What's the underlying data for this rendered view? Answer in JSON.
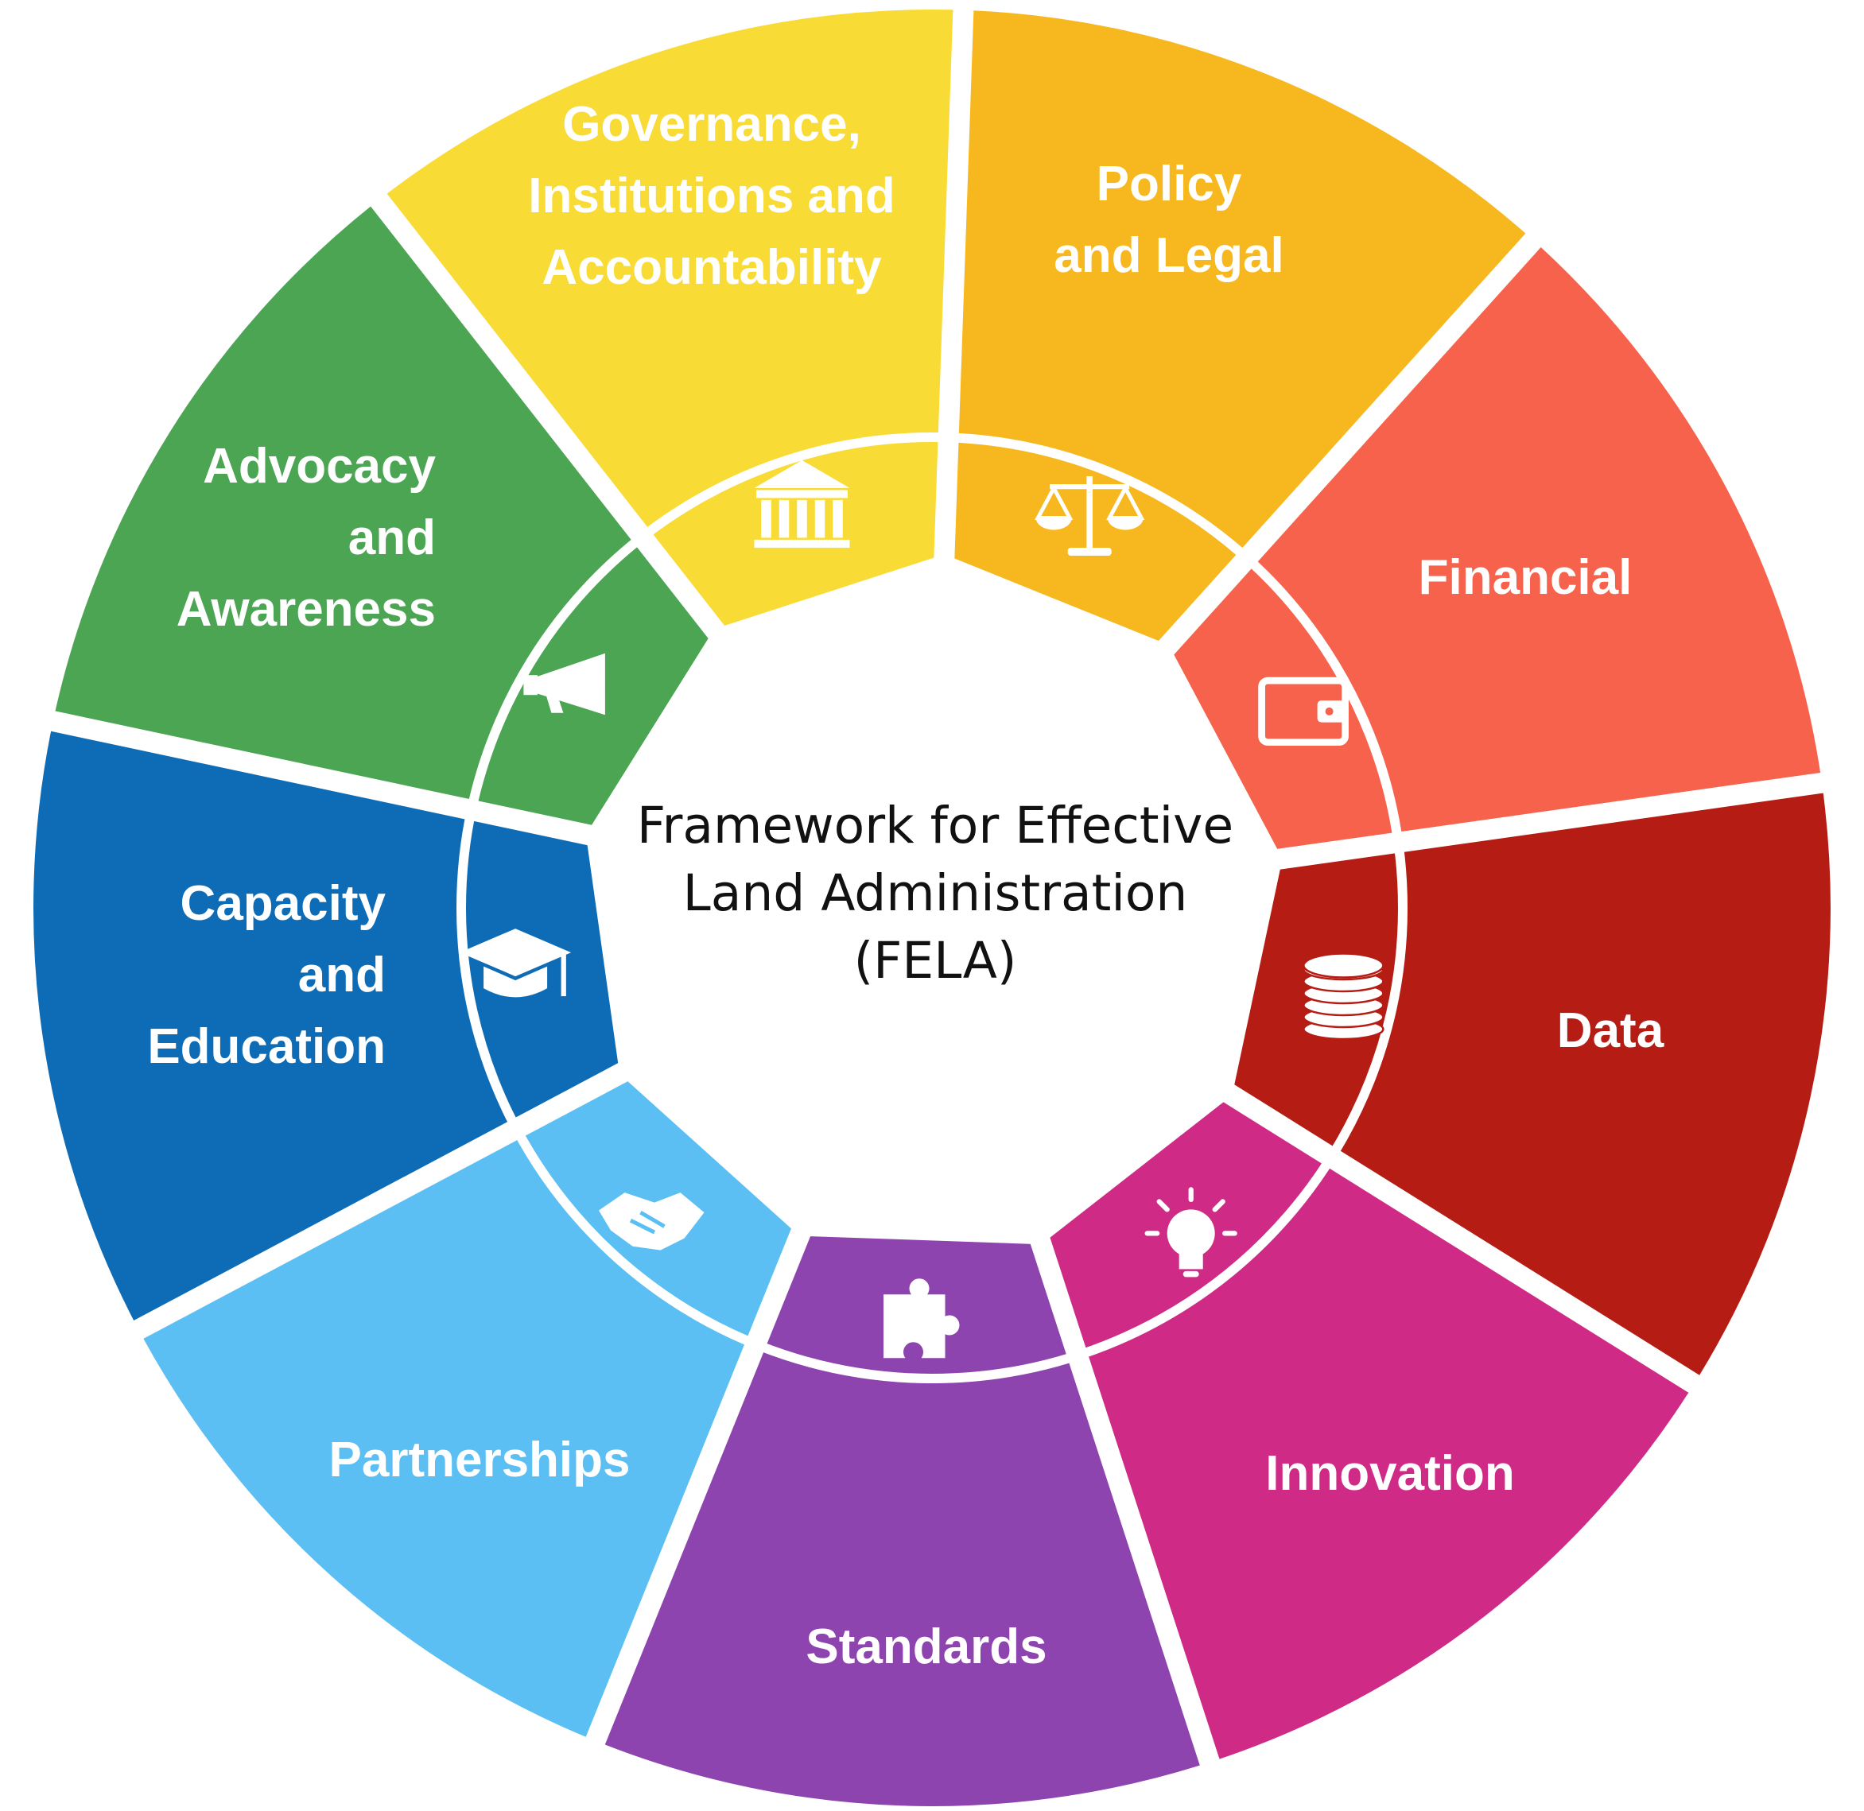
{
  "title_lines": [
    "Framework for Effective",
    "Land Administration",
    "(FELA)"
  ],
  "segments": [
    {
      "key": "governance",
      "lines": [
        "Governance,",
        "Institutions and",
        "Accountability"
      ],
      "color": "#F9DB35",
      "icon": "government-building-icon"
    },
    {
      "key": "policy",
      "lines": [
        "Policy",
        "and Legal"
      ],
      "color": "#F6B81E",
      "icon": "scales-of-justice-icon"
    },
    {
      "key": "financial",
      "lines": [
        "Financial"
      ],
      "color": "#F6624B",
      "icon": "wallet-icon"
    },
    {
      "key": "data",
      "lines": [
        "Data"
      ],
      "color": "#B51C14",
      "icon": "database-icon"
    },
    {
      "key": "innovation",
      "lines": [
        "Innovation"
      ],
      "color": "#CF2A85",
      "icon": "lightbulb-icon"
    },
    {
      "key": "standards",
      "lines": [
        "Standards"
      ],
      "color": "#8E44AE",
      "icon": "puzzle-piece-icon"
    },
    {
      "key": "partnerships",
      "lines": [
        "Partnerships"
      ],
      "color": "#5BBFF3",
      "icon": "handshake-icon"
    },
    {
      "key": "capacity",
      "lines": [
        "Capacity",
        "and",
        "Education"
      ],
      "color": "#0D6CB5",
      "icon": "graduation-cap-icon"
    },
    {
      "key": "advocacy",
      "lines": [
        "Advocacy",
        "and",
        "Awareness"
      ],
      "color": "#4BA553",
      "icon": "megaphone-icon"
    }
  ]
}
